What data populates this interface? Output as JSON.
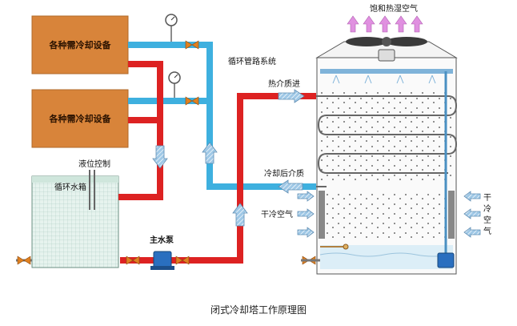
{
  "labels": {
    "top_air": "饱和热湿空气",
    "circuit": "循环管路系统",
    "hot_in": "热介质进",
    "cool_out": "冷却后介质",
    "dry_air_left": "干冷空气",
    "dry_air_right": "干冷空气",
    "level_control": "液位控制",
    "tank": "循环水箱",
    "main_pump": "主水泵",
    "equipment_1": "各种需冷却设备",
    "equipment_2": "各种需冷却设备"
  },
  "caption": "闭式冷却塔工作原理图",
  "colors": {
    "equipment": "#d8843a",
    "hot_pipe": "#dd2222",
    "cold_pipe": "#3eb0df",
    "fan": "#3a3a3a",
    "tower_outline": "#555555",
    "arrow": "#7da4c6",
    "tank_water": "#dff0e8",
    "pump": "#2a6fbf",
    "steam": "#d87fd8"
  }
}
